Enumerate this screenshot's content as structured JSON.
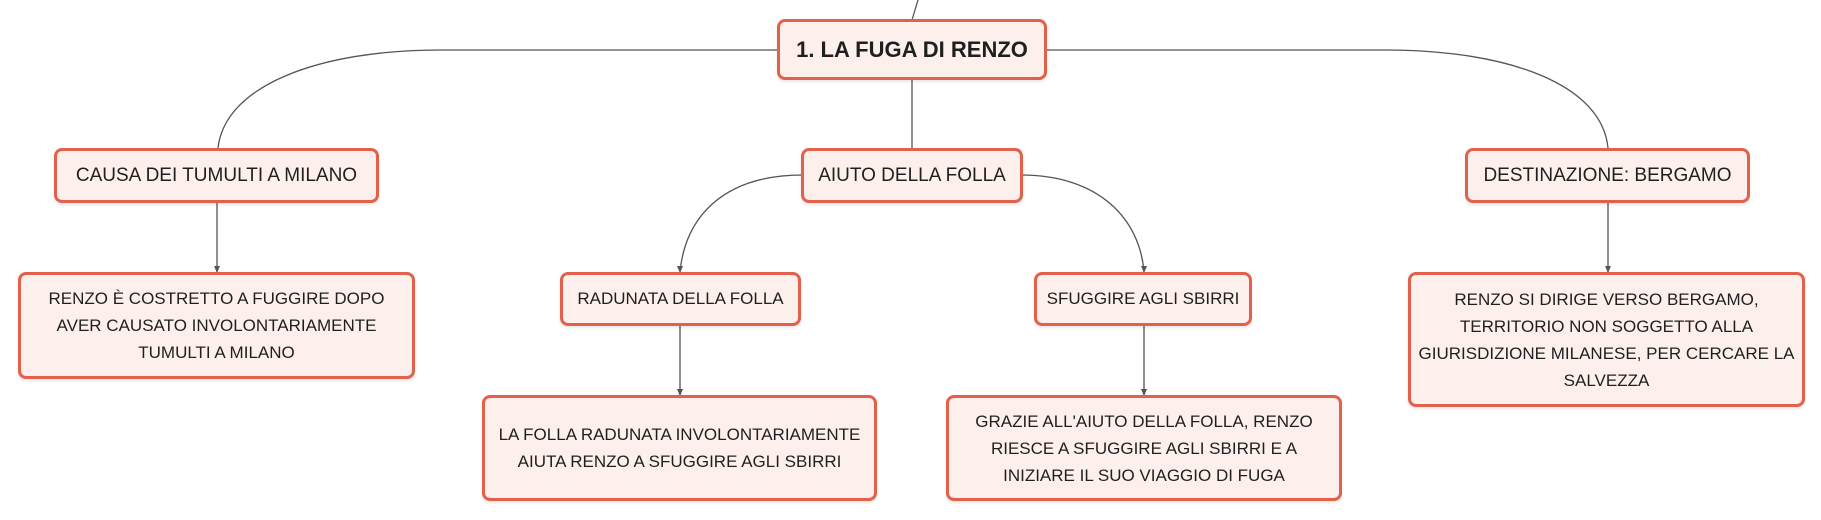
{
  "map": {
    "root": "1. LA FUGA DI RENZO",
    "causa": {
      "title": "CAUSA DEI TUMULTI A MILANO",
      "detail": "RENZO È COSTRETTO A FUGGIRE DOPO AVER CAUSATO INVOLONTARIAMENTE TUMULTI A MILANO"
    },
    "aiuto": {
      "title": "AIUTO DELLA FOLLA",
      "radunata": {
        "title": "RADUNATA DELLA FOLLA",
        "detail": "LA FOLLA RADUNATA INVOLONTARIAMENTE AIUTA RENZO A SFUGGIRE AGLI SBIRRI"
      },
      "sfuggire": {
        "title": "SFUGGIRE AGLI SBIRRI",
        "detail": "GRAZIE ALL'AIUTO DELLA FOLLA, RENZO RIESCE A SFUGGIRE AGLI SBIRRI E A INIZIARE IL SUO VIAGGIO DI FUGA"
      }
    },
    "destinazione": {
      "title": "DESTINAZIONE: BERGAMO",
      "detail": "RENZO SI DIRIGE VERSO BERGAMO, TERRITORIO NON SOGGETTO ALLA GIURISDIZIONE MILANESE, PER CERCARE LA SALVEZZA"
    }
  },
  "colors": {
    "node_border": "#e2614b",
    "node_fill": "#fdf0ec",
    "connector": "#555555"
  }
}
